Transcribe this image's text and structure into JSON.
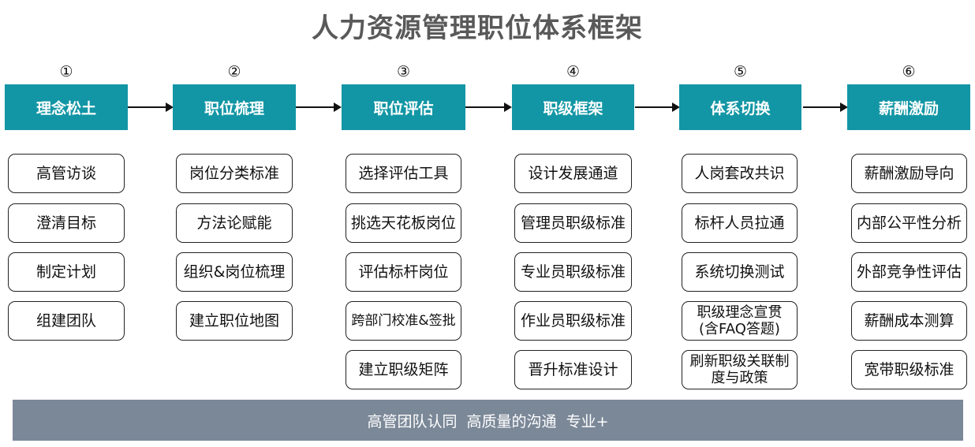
{
  "title": "人力资源管理职位体系框架",
  "columns": [
    {
      "num": "①",
      "phase": "理念松土",
      "items": [
        "高管访谈",
        "澄清目标",
        "制定计划",
        "组建团队"
      ]
    },
    {
      "num": "②",
      "phase": "职位梳理",
      "items": [
        "岗位分类标准",
        "方法论赋能",
        "组织&岗位梳理",
        "建立职位地图"
      ]
    },
    {
      "num": "③",
      "phase": "职位评估",
      "items": [
        "选择评估工具",
        "挑选天花板岗位",
        "评估标杆岗位",
        "跨部门校准&签批",
        "建立职级矩阵"
      ]
    },
    {
      "num": "④",
      "phase": "职级框架",
      "items": [
        "设计发展通道",
        "管理员职级标准",
        "专业员职级标准",
        "作业员职级标准",
        "晋升标准设计"
      ]
    },
    {
      "num": "⑤",
      "phase": "体系切换",
      "items": [
        "人岗套改共识",
        "标杆人员拉通",
        "系统切换测试",
        "职级理念宣贯(含FAQ答题)",
        "刷新职级关联制度与政策"
      ]
    },
    {
      "num": "⑥",
      "phase": "薪酬激励",
      "items": [
        "薪酬激励导向",
        "内部公平性分析",
        "外部竞争性评估",
        "薪酬成本测算",
        "宽带职级标准"
      ]
    }
  ],
  "footer": "高管团队认同  高质量的沟通  专业+",
  "colors": {
    "phase_bg": "#1296a5",
    "footer_bg": "#7b8898",
    "title": "#595959"
  }
}
